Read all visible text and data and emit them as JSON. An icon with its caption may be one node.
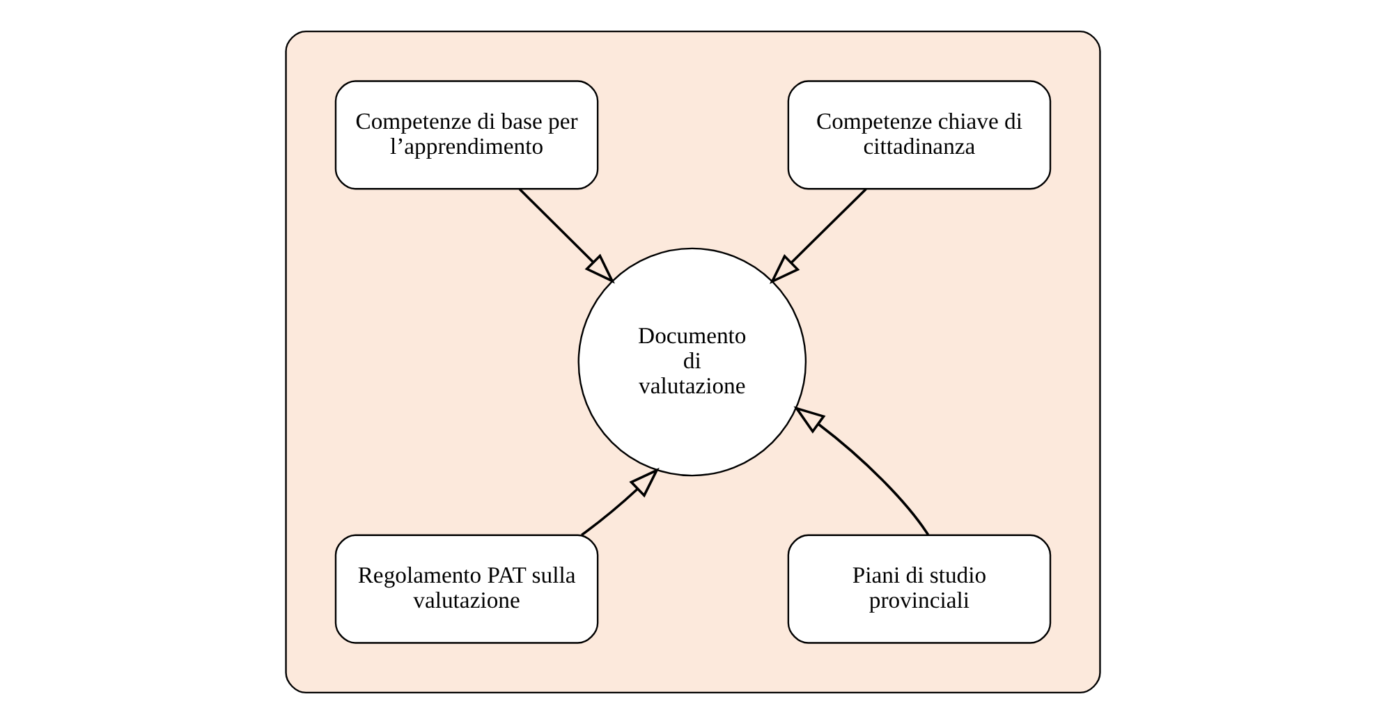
{
  "diagram": {
    "nodes": [
      {
        "text": [],
        "shape": "box"
      },
      {
        "text": [
          "Competenze chiave di cittadinanza"
        ],
        "in": 0
      },
      {
        "text": [
          "Competenze di base per l’apprendimento"
        ],
        "in": 0
      },
      {
        "text": [
          "Documento di valutazione"
        ],
        "in": 0
      },
      {
        "text": [
          "Regolamento PAT sulla valutazione"
        ],
        "in": 0
      },
      {
        "text": [
          "Piani di studio provinciali"
        ],
        "in": 0
      }
    ],
    "edges": [
      {
        "from": 1,
        "to": 3,
        "arrow": "to"
      },
      {
        "from": 2,
        "to": 3,
        "arrow": "to"
      },
      {
        "from": 4,
        "to": 3,
        "arrow": "to"
      },
      {
        "from": 5,
        "to": 3,
        "arrow": "to"
      }
    ]
  }
}
